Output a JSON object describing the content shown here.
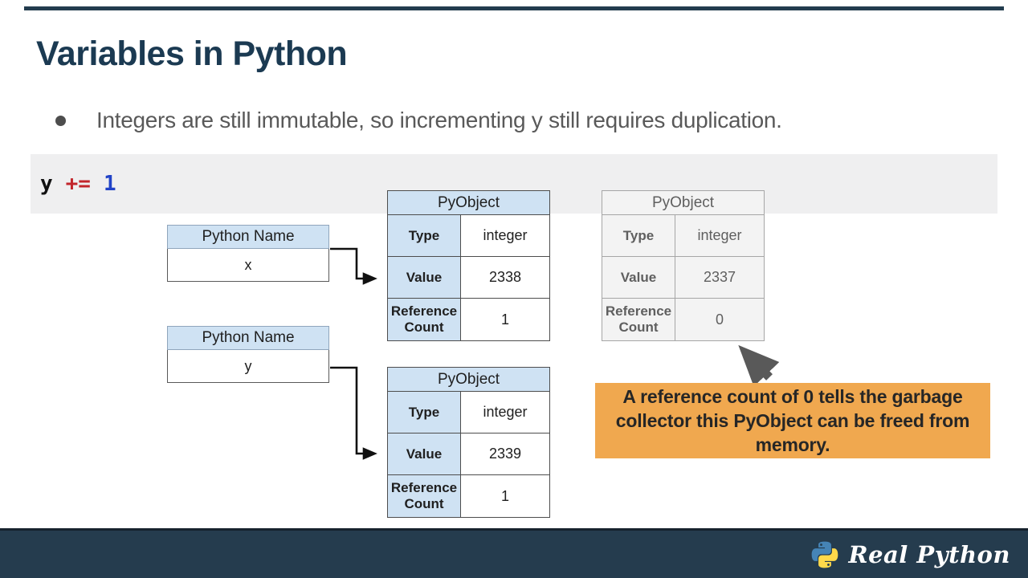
{
  "colors": {
    "navy": "#233C4E",
    "title_navy": "#1B3A52",
    "table_blue": "#CFE2F3",
    "garbage_gray": "#F3F3F3",
    "callout_orange": "#F0A84F",
    "code_red": "#C2252B",
    "code_blue": "#2143C7",
    "arrow_gray": "#595959"
  },
  "slide": {
    "title": "Variables in Python",
    "bullet": "Integers are still immutable, so incrementing y still requires duplication.",
    "code": {
      "variable": "y",
      "operator": "+=",
      "number": "1"
    }
  },
  "diagram": {
    "name_boxes": [
      {
        "header": "Python Name",
        "value": "x"
      },
      {
        "header": "Python Name",
        "value": "y"
      }
    ],
    "pyobjects": [
      {
        "title": "PyObject",
        "state": "active",
        "rows": [
          [
            "Type",
            "integer"
          ],
          [
            "Value",
            "2338"
          ],
          [
            "Reference Count",
            "1"
          ]
        ]
      },
      {
        "title": "PyObject",
        "state": "garbage",
        "rows": [
          [
            "Type",
            "integer"
          ],
          [
            "Value",
            "2337"
          ],
          [
            "Reference Count",
            "0"
          ]
        ]
      },
      {
        "title": "PyObject",
        "state": "active",
        "rows": [
          [
            "Type",
            "integer"
          ],
          [
            "Value",
            "2339"
          ],
          [
            "Reference Count",
            "1"
          ]
        ]
      }
    ],
    "callout": {
      "text_before": "A reference count of ",
      "bold": "0",
      "text_after": " tells the garbage collector this PyObject can be freed from memory."
    }
  },
  "footer": {
    "brand": "Real Python"
  }
}
